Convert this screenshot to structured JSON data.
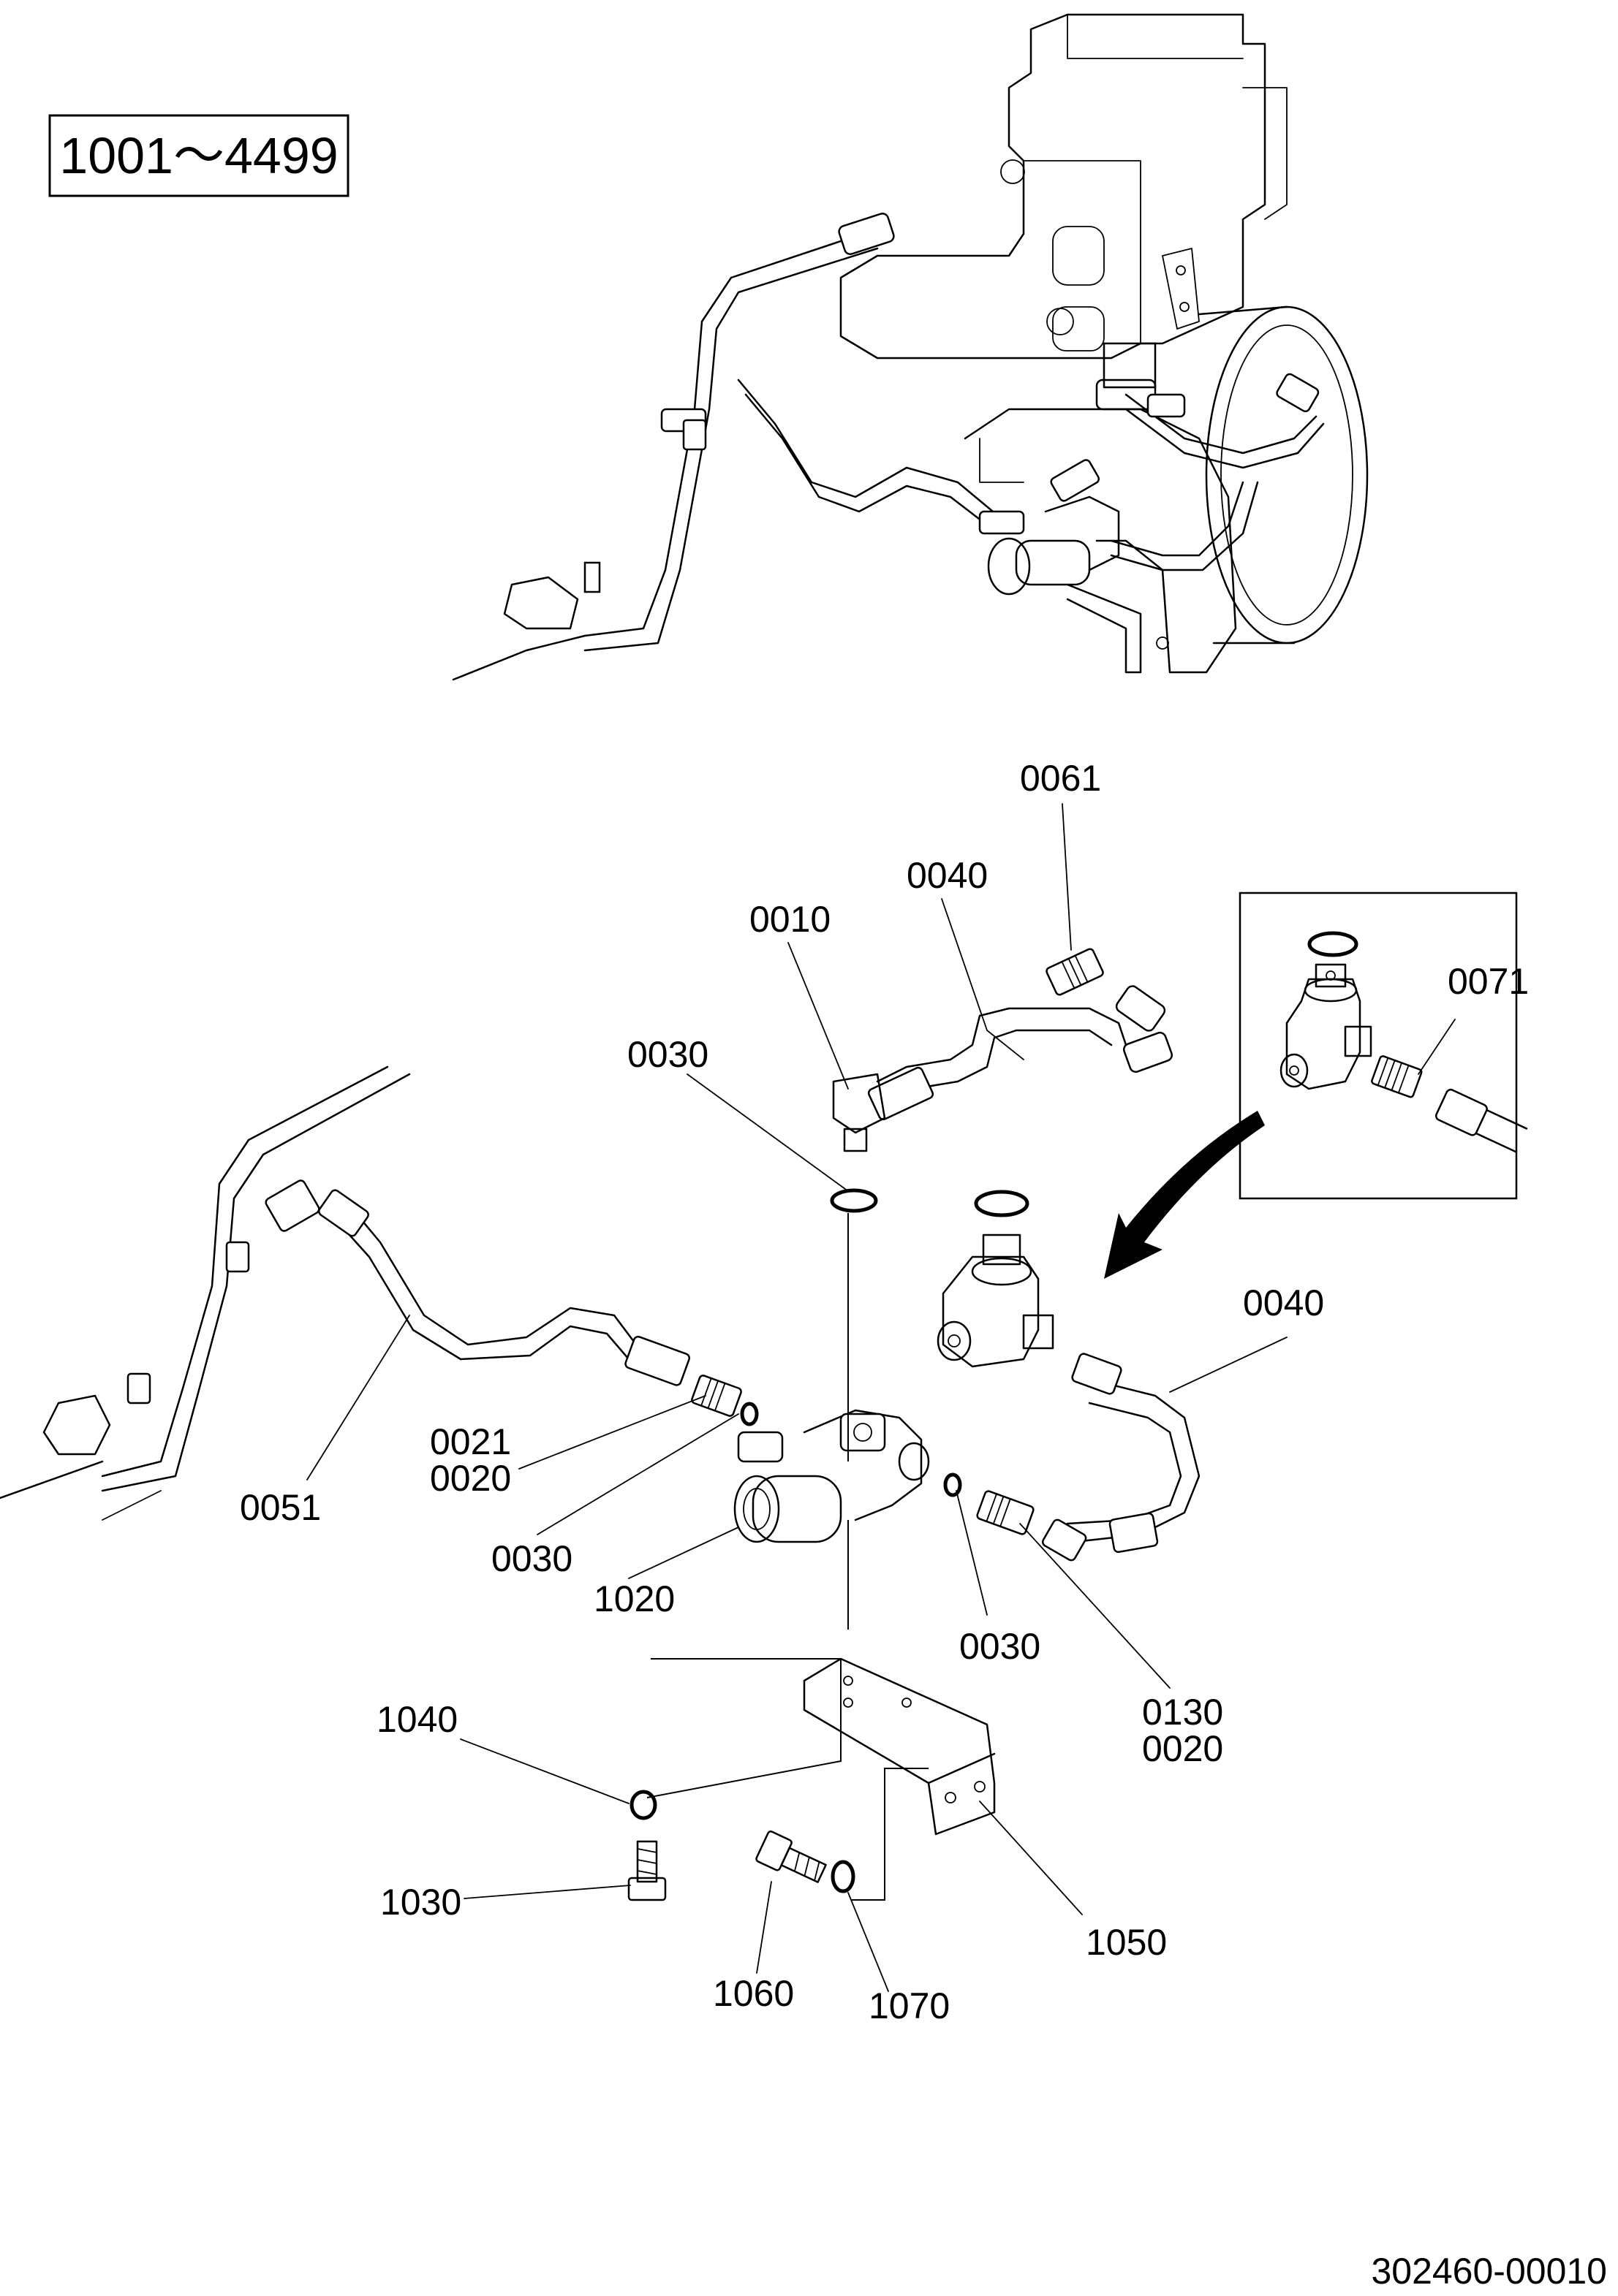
{
  "serial_range": "1001～4499",
  "drawing_number": "302460-00010",
  "callouts": [
    {
      "id": "c0061",
      "label": "0061"
    },
    {
      "id": "c0040a",
      "label": "0040"
    },
    {
      "id": "c0010",
      "label": "0010"
    },
    {
      "id": "c0030a",
      "label": "0030"
    },
    {
      "id": "c0071",
      "label": "0071"
    },
    {
      "id": "c0040b",
      "label": "0040"
    },
    {
      "id": "c0021",
      "label": "0021"
    },
    {
      "id": "c0020a",
      "label": "0020"
    },
    {
      "id": "c0051",
      "label": "0051"
    },
    {
      "id": "c0030b",
      "label": "0030"
    },
    {
      "id": "c1020",
      "label": "1020"
    },
    {
      "id": "c0030c",
      "label": "0030"
    },
    {
      "id": "c0130",
      "label": "0130"
    },
    {
      "id": "c0020b",
      "label": "0020"
    },
    {
      "id": "c1040",
      "label": "1040"
    },
    {
      "id": "c1030",
      "label": "1030"
    },
    {
      "id": "c1050",
      "label": "1050"
    },
    {
      "id": "c1060",
      "label": "1060"
    },
    {
      "id": "c1070",
      "label": "1070"
    }
  ]
}
